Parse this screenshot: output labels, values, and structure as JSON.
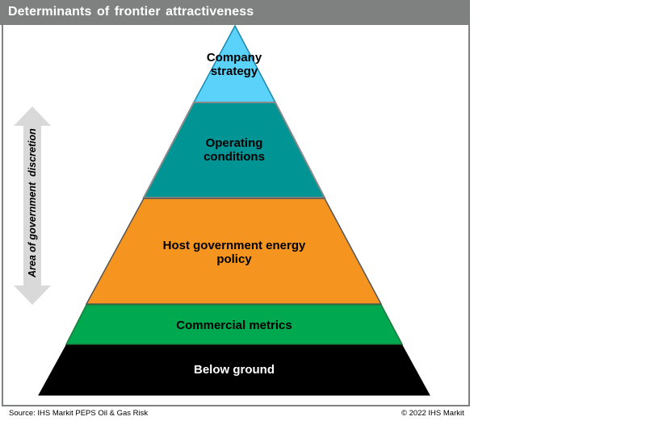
{
  "title": "Determinants  of frontier  attractiveness",
  "pyramid": {
    "levels": [
      {
        "label_lines": [
          "Company",
          "strategy"
        ],
        "fill": "#5bd2f9",
        "stroke": "#1a88b0"
      },
      {
        "label_lines": [
          "Operating",
          "conditions"
        ],
        "fill": "#009495",
        "stroke": "#8a8a8a"
      },
      {
        "label_lines": [
          "Host government energy",
          "policy"
        ],
        "fill": "#f59520",
        "stroke": "#555555"
      },
      {
        "label_lines": [
          "Commercial metrics"
        ],
        "fill": "#00a94f",
        "stroke": "#1f7a3e"
      },
      {
        "label_lines": [
          "Below ground"
        ],
        "fill": "#000000",
        "stroke": "#000000"
      }
    ]
  },
  "side_arrow": {
    "label": "Area of government  discretion",
    "color": "#d9d9d9"
  },
  "footer": {
    "source": "Source: IHS Markit PEPS Oil & Gas Risk",
    "copyright": "© 2022  IHS Markit"
  },
  "colors": {
    "title_bar": "#7f8180",
    "frame_border": "#7f8180"
  }
}
